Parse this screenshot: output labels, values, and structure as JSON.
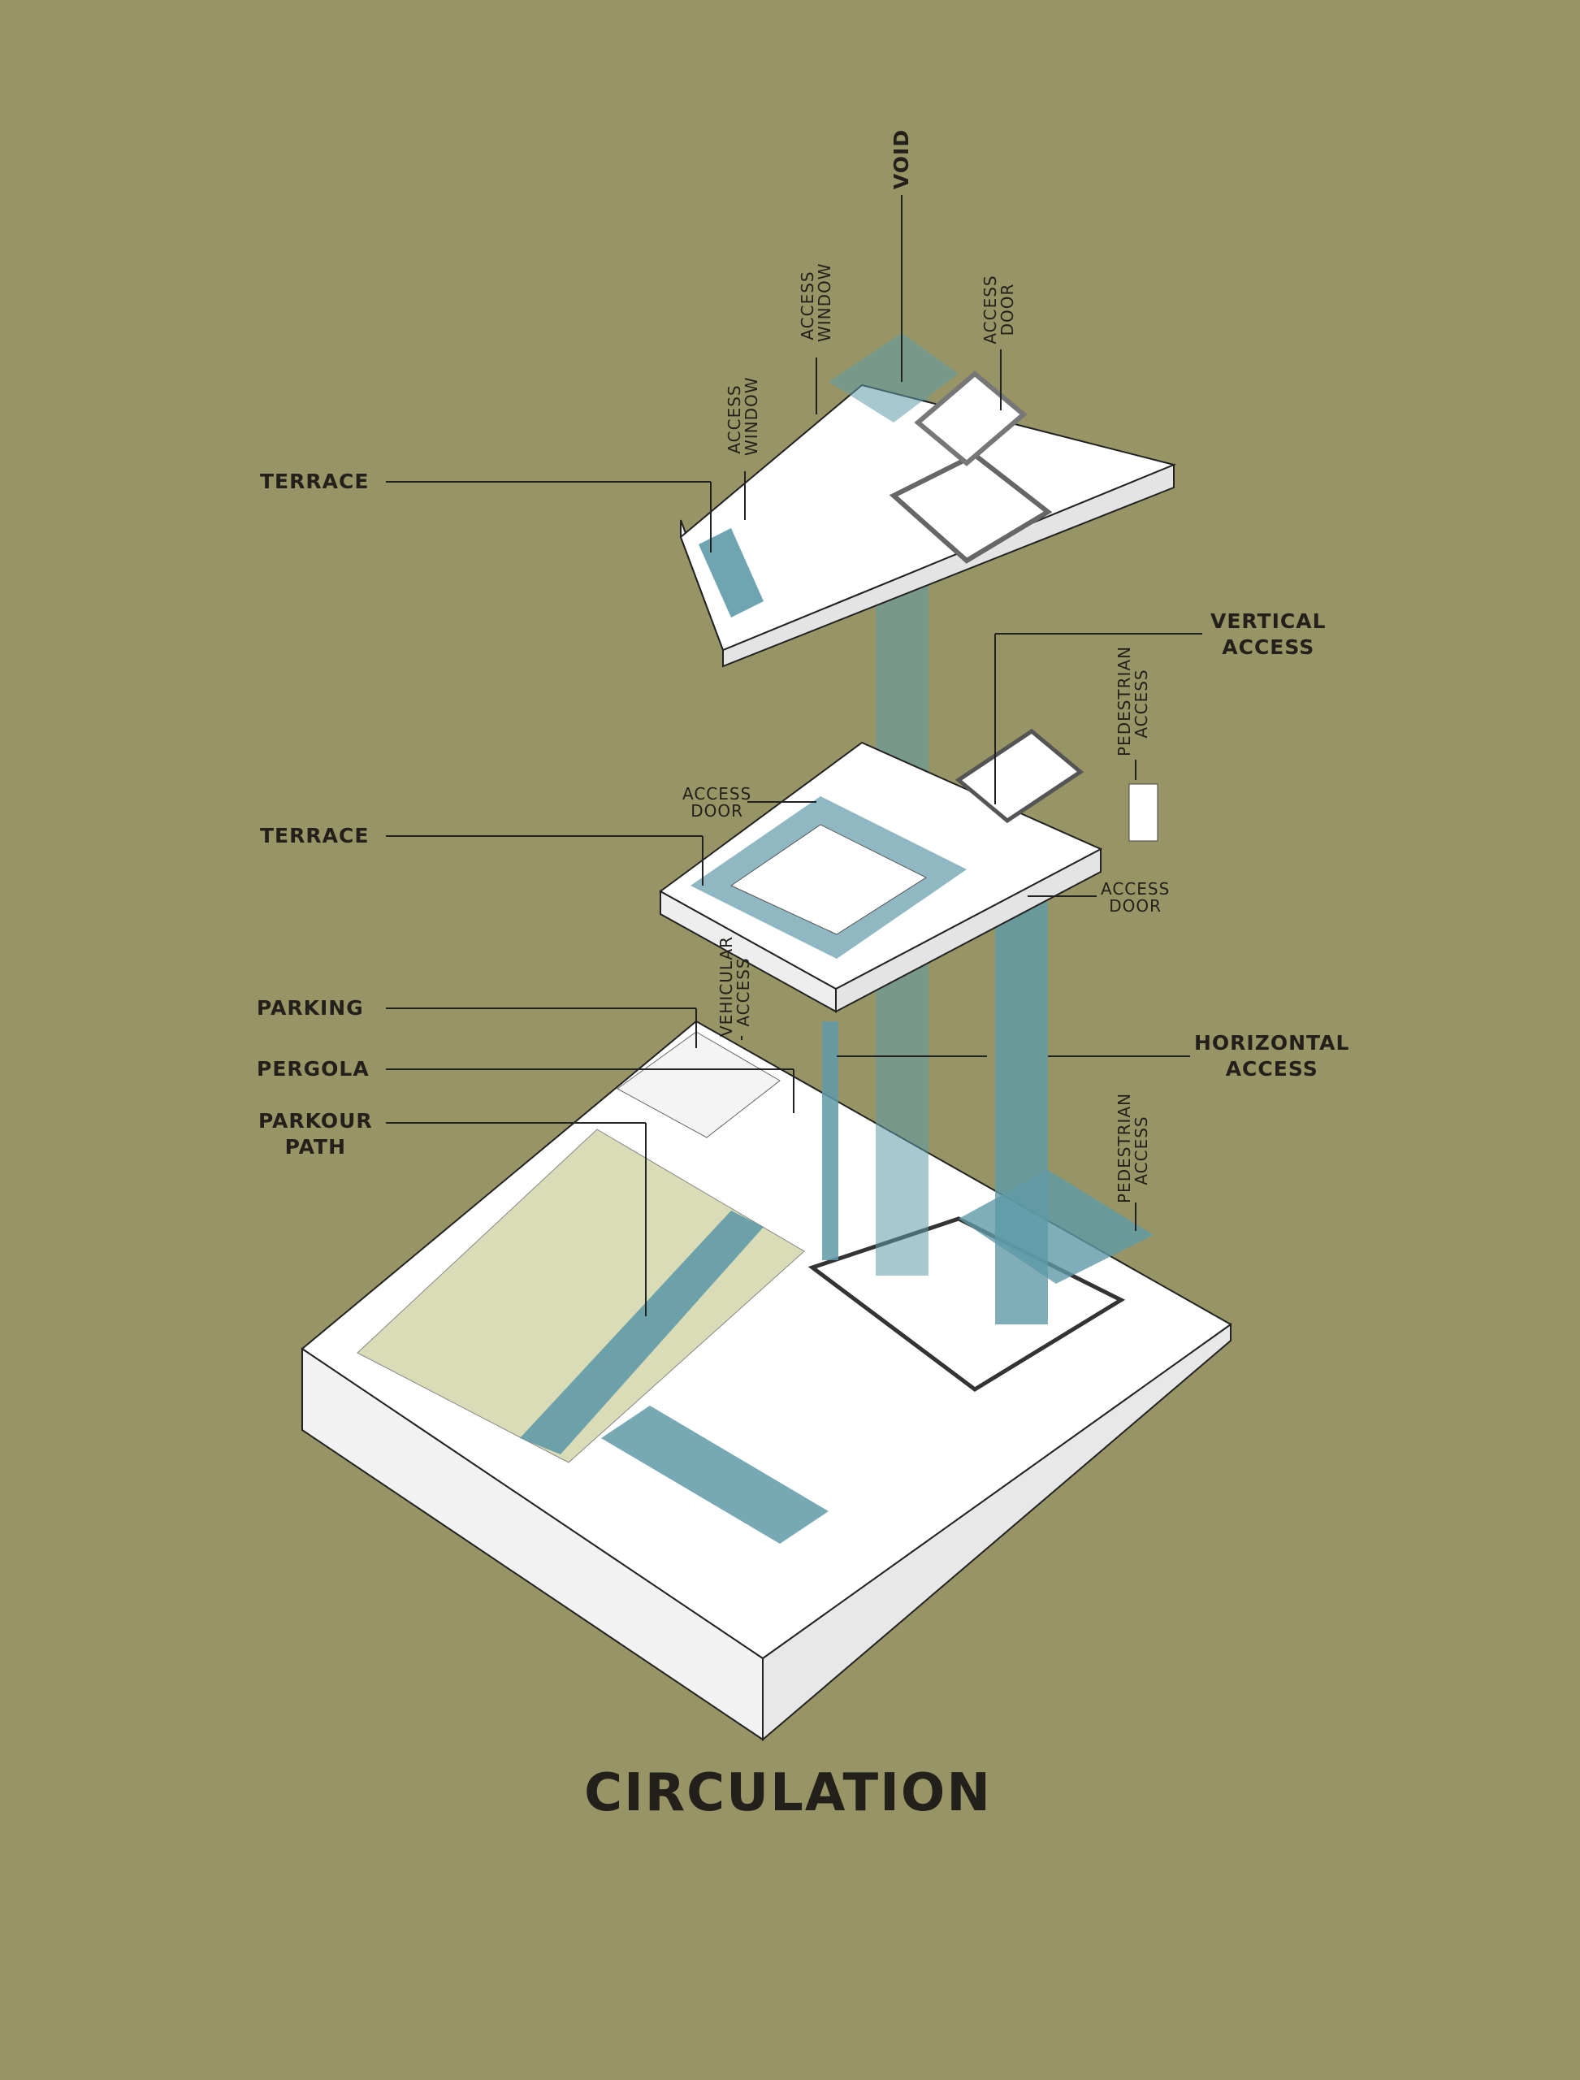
{
  "title": "CIRCULATION",
  "labels": {
    "void": "VOID",
    "access_window_top": [
      "ACCESS",
      "WINDOW"
    ],
    "access_door_top": [
      "ACCESS",
      "DOOR"
    ],
    "access_window_left": [
      "ACCESS",
      "WINDOW"
    ],
    "terrace_upper": "TERRACE",
    "vertical_access": [
      "VERTICAL",
      "ACCESS"
    ],
    "pedestrian_access_upper": [
      "PEDESTRIAN",
      "ACCESS"
    ],
    "access_door_mid": [
      "ACCESS",
      "DOOR"
    ],
    "terrace_mid": "TERRACE",
    "access_door_right": [
      "ACCESS",
      "DOOR"
    ],
    "vehicular_access": [
      "VEHICULAR",
      "ACCESS"
    ],
    "parking": "PARKING",
    "pergola": "PERGOLA",
    "parkour_path": [
      "PARKOUR",
      "PATH"
    ],
    "horizontal_access": [
      "HORIZONTAL",
      "ACCESS"
    ],
    "pedestrian_access_lower": [
      "PEDESTRIAN",
      "ACCESS"
    ]
  },
  "colors": {
    "background": "#979566",
    "circulation": "#5f9aa8",
    "slab": "#ffffff",
    "wall": "#7a7a7a",
    "grass": "#d9dcb6"
  }
}
